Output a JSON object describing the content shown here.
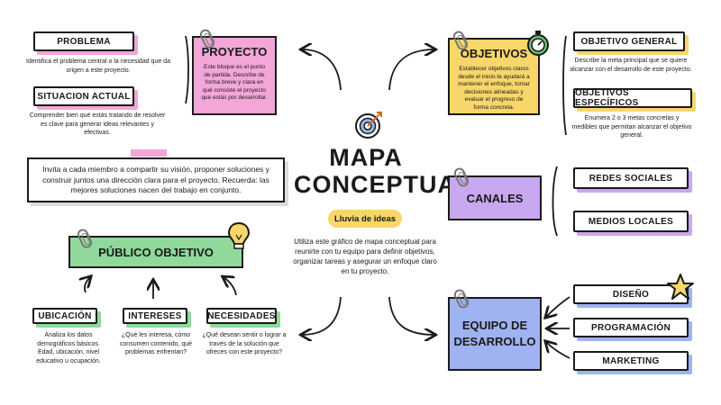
{
  "center": {
    "title_line1": "MAPA",
    "title_line2": "CONCEPTUAL",
    "tag": "Lluvia de ideas",
    "description": "Utiliza este gráfico de mapa conceptual para reunirte con tu equipo para definir objetivos, organizar tareas y asegurar un enfoque claro en tu proyecto."
  },
  "problema": {
    "label": "PROBLEMA",
    "text": "Identifica el problema central o la necesidad que da origen a este proyecto."
  },
  "situacion": {
    "label": "SITUACION ACTUAL",
    "text": "Comprender bien qué estás tratando de resolver es clave para generar ideas relevantes y efectivas."
  },
  "proyecto": {
    "title": "PROYECTO",
    "text": "Este bloque es el punto de partida. Describe de forma breve y clara en qué consiste el proyecto que estás por desarrollar."
  },
  "objetivos": {
    "title": "OBJETIVOS",
    "text": "Establecer objetivos claros desde el inicio te ayudará a mantener el enfoque, tomar decisiones alineadas y evaluar el progreso de forma concreta."
  },
  "objetivo_general": {
    "label": "OBJETIVO GENERAL",
    "text": "Describe la meta principal que se quiere alcanzar con el desarrollo de este proyecto."
  },
  "objetivos_especificos": {
    "label": "OBJETIVOS ESPECÍFICOS",
    "text": "Enumera 2 o 3 metas concretas y medibles que permitan alcanzar el objetivo general."
  },
  "invite": {
    "text": "Invita a cada miembro a compartir su visión, proponer soluciones y construir juntos una dirección clara para el proyecto. Recuerda: las mejores soluciones nacen del trabajo en conjunto."
  },
  "publico": {
    "title": "PÚBLICO OBJETIVO"
  },
  "ubicacion": {
    "label": "UBICACIÓN",
    "text": "Analiza los datos demográficos básicos. Edad, ubicación, nivel educativo u ocupación."
  },
  "intereses": {
    "label": "INTERESES",
    "text": "¿Qué les interesa, cómo consumen contenido, qué problemas enfrentan?"
  },
  "necesidades": {
    "label": "NECESIDADES",
    "text": "¿Qué desean sentir o lograr a través de la solución que ofreces con este proyecto?"
  },
  "canales": {
    "title": "CANALES",
    "items": [
      "REDES SOCIALES",
      "MEDIOS LOCALES"
    ]
  },
  "equipo": {
    "title_line1": "EQUIPO DE",
    "title_line2": "DESARROLLO",
    "items": [
      "DISEÑO",
      "PROGRAMACIÓN",
      "MARKETING"
    ]
  },
  "colors": {
    "pink": "#f3a6d8",
    "yellow": "#f8d66a",
    "purple": "#c8a8ef",
    "green": "#8fd99a",
    "blue": "#9fb2f2",
    "dark": "#1a1a1a"
  }
}
